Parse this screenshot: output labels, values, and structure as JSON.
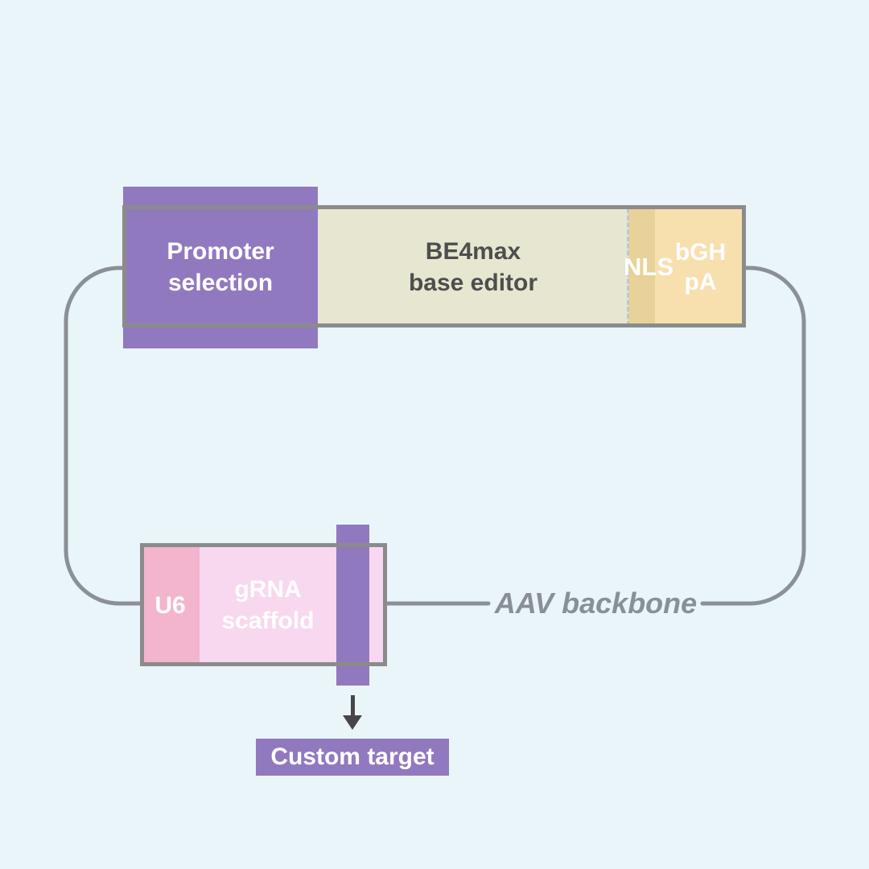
{
  "figure": {
    "top_construct": {
      "promoter": {
        "lines": [
          "Promoter",
          "selection"
        ]
      },
      "be4max": {
        "lines": [
          "BE4max",
          "base editor"
        ]
      },
      "nls": {
        "label": "NLS"
      },
      "bgh_pa": {
        "lines": [
          "bGH",
          "pA"
        ]
      }
    },
    "bottom_construct": {
      "u6": {
        "label": "U6"
      },
      "grna_scaffold": {
        "lines": [
          "gRNA",
          "scaffold"
        ]
      },
      "custom_target": {
        "label": "Custom target"
      }
    },
    "backbone": {
      "label": "AAV backbone"
    },
    "colors": {
      "background": "#e9f5f8",
      "purple": "#9179bf",
      "beige_be4max": "#e7e6d1",
      "tan_nls": "#e8d299",
      "peach_bgh_pa": "#f8dfae",
      "pink_u6": "#f3b4cd",
      "pink_grna": "#f8d8ee",
      "border_gray": "#8b8b8b",
      "backbone_line_gray": "#8b9096",
      "dashed_divider": "#bac9d2",
      "arrow_dark_gray": "#46464a",
      "text_dark_gray": "#4e4e4e",
      "text_white": "#ffffff"
    }
  }
}
